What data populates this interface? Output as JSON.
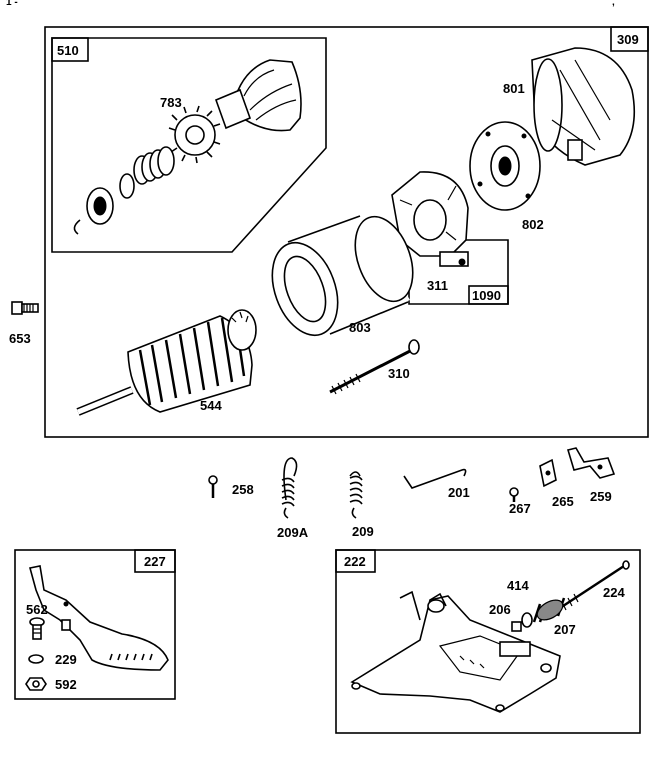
{
  "header": {
    "left": "1 -",
    "right": ","
  },
  "boxes": {
    "b309": "309",
    "b510": "510",
    "b1090": "1090",
    "b227": "227",
    "b222": "222"
  },
  "parts": {
    "p783": "783",
    "p801": "801",
    "p802": "802",
    "p311": "311",
    "p803": "803",
    "p653": "653",
    "p310": "310",
    "p544": "544",
    "p258": "258",
    "p209a": "209A",
    "p209": "209",
    "p201": "201",
    "p267": "267",
    "p265": "265",
    "p259": "259",
    "p562": "562",
    "p229": "229",
    "p592": "592",
    "p414": "414",
    "p206": "206",
    "p207": "207",
    "p224": "224"
  }
}
